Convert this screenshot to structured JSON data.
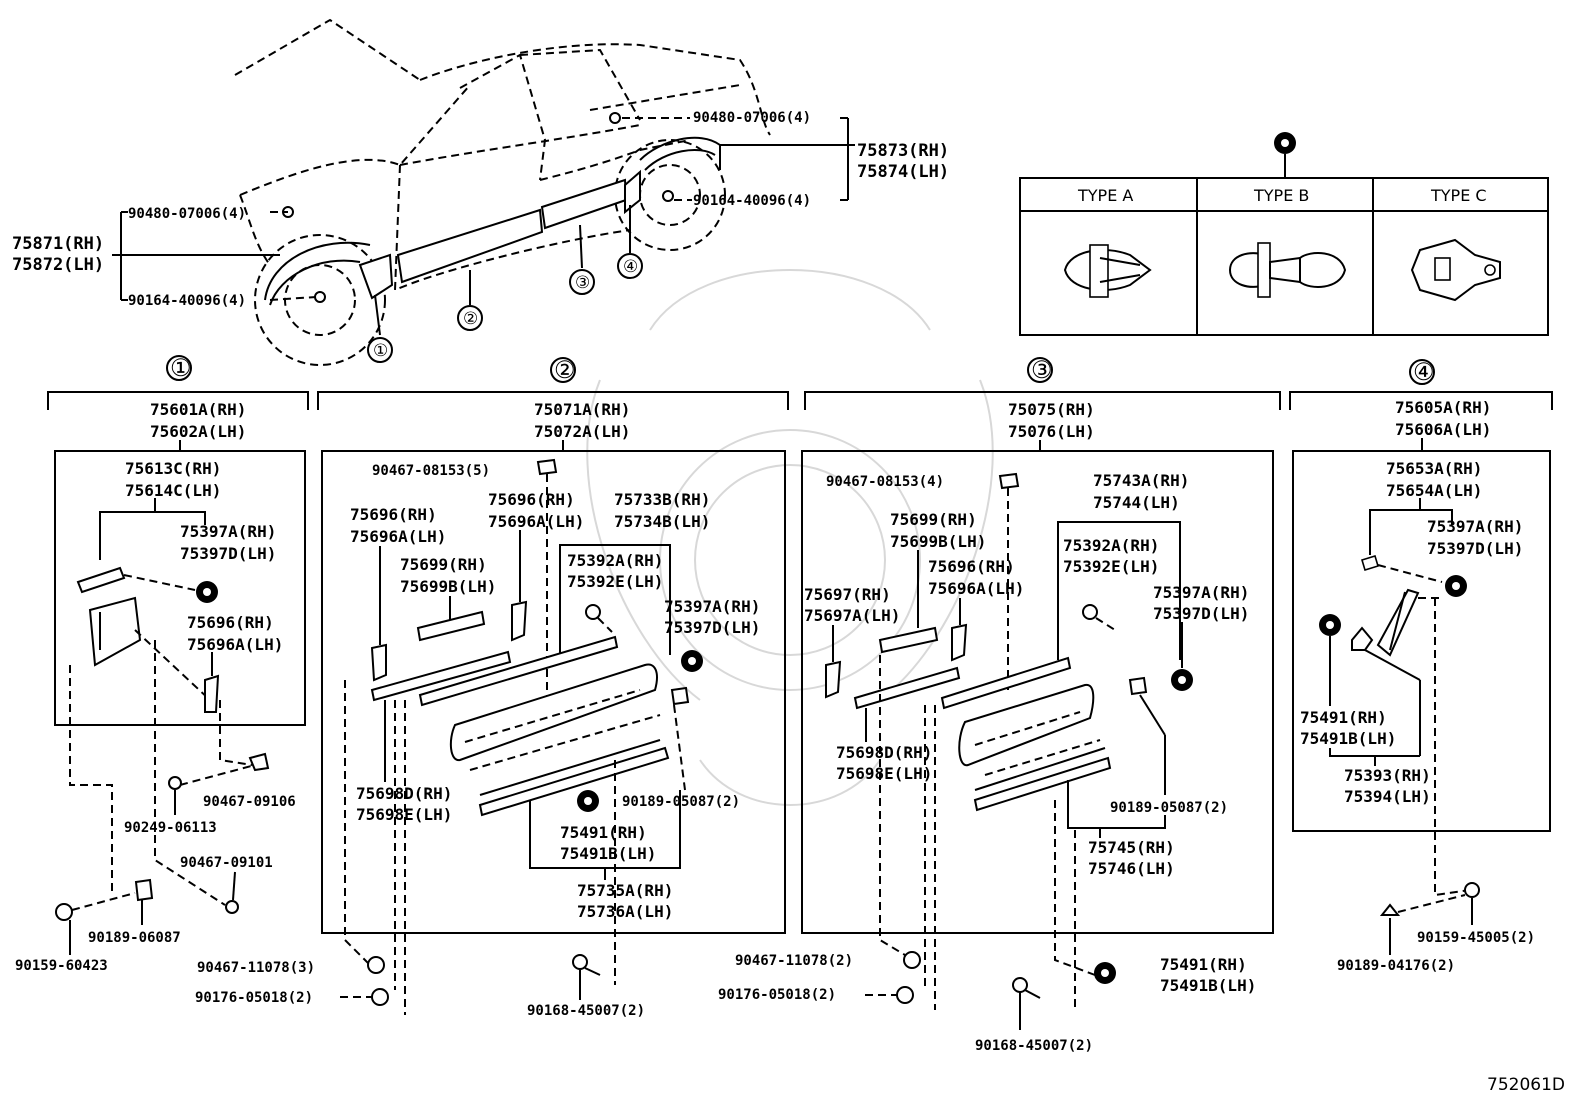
{
  "diagram_code": "752061D",
  "sections": [
    "①",
    "②",
    "③",
    "④"
  ],
  "type_table": {
    "headers": [
      "TYPE A",
      "TYPE B",
      "TYPE C"
    ]
  },
  "car_labels": {
    "rear_fender_clip": "90480-07006(4)",
    "rear_liner_rh": "75873(RH)",
    "rear_liner_lh": "75874(LH)",
    "rear_liner_screw": "90164-40096(4)",
    "front_fender_clip": "90480-07006(4)",
    "front_liner_rh": "75871(RH)",
    "front_liner_lh": "75872(LH)",
    "front_liner_screw": "90164-40096(4)",
    "callout_1": "①",
    "callout_2": "②",
    "callout_3": "③",
    "callout_4": "④"
  },
  "section1": {
    "head_rh": "75601A(RH)",
    "head_lh": "75602A(LH)",
    "mold_rh": "75613C(RH)",
    "mold_lh": "75614C(LH)",
    "clip_rh": "75397A(RH)",
    "clip_lh": "75397D(LH)",
    "pad_rh": "75696(RH)",
    "pad_lh": "75696A(LH)",
    "p1": "90467-09106",
    "p2": "90249-06113",
    "p3": "90467-09101",
    "p4": "90189-06087",
    "p5": "90159-60423"
  },
  "section2": {
    "head_rh": "75071A(RH)",
    "head_lh": "75072A(LH)",
    "clip_top": "90467-08153(5)",
    "pad_a_rh": "75696(RH)",
    "pad_a_lh": "75696A(LH)",
    "pad_b_rh": "75696(RH)",
    "pad_b_lh": "75696A(LH)",
    "tape_rh": "75699(RH)",
    "tape_lh": "75699B(LH)",
    "strip_rh": "75733B(RH)",
    "strip_lh": "75734B(LH)",
    "clip2_rh": "75392A(RH)",
    "clip2_lh": "75392E(LH)",
    "clip3_rh": "75397A(RH)",
    "clip3_lh": "75397D(LH)",
    "mold_rh": "75698D(RH)",
    "mold_lh": "75698E(LH)",
    "nut": "90189-05087(2)",
    "clip4_rh": "75491(RH)",
    "clip4_lh": "75491B(LH)",
    "lower_rh": "75735A(RH)",
    "lower_lh": "75736A(LH)",
    "f1": "90467-11078(3)",
    "f2": "90176-05018(2)",
    "f3": "90168-45007(2)"
  },
  "section3": {
    "head_rh": "75075(RH)",
    "head_lh": "75076(LH)",
    "clip_top": "90467-08153(4)",
    "strip_rh": "75743A(RH)",
    "strip_lh": "75744(LH)",
    "tape_rh": "75699(RH)",
    "tape_lh": "75699B(LH)",
    "pad_rh": "75696(RH)",
    "pad_lh": "75696A(LH)",
    "pad2_rh": "75697(RH)",
    "pad2_lh": "75697A(LH)",
    "clip2_rh": "75392A(RH)",
    "clip2_lh": "75392E(LH)",
    "clip3_rh": "75397A(RH)",
    "clip3_lh": "75397D(LH)",
    "mold_rh": "75698D(RH)",
    "mold_lh": "75698E(LH)",
    "nut": "90189-05087(2)",
    "lower_rh": "75745(RH)",
    "lower_lh": "75746(LH)",
    "f1": "90467-11078(2)",
    "f2": "90176-05018(2)",
    "clip4_rh": "75491(RH)",
    "clip4_lh": "75491B(LH)",
    "f3": "90168-45007(2)"
  },
  "section4": {
    "head_rh": "75605A(RH)",
    "head_lh": "75606A(LH)",
    "mold_rh": "75653A(RH)",
    "mold_lh": "75654A(LH)",
    "clip_rh": "75397A(RH)",
    "clip_lh": "75397D(LH)",
    "clip2_rh": "75491(RH)",
    "clip2_lh": "75491B(LH)",
    "pad_rh": "75393(RH)",
    "pad_lh": "75394(LH)",
    "f1": "90159-45005(2)",
    "f2": "90189-04176(2)"
  }
}
